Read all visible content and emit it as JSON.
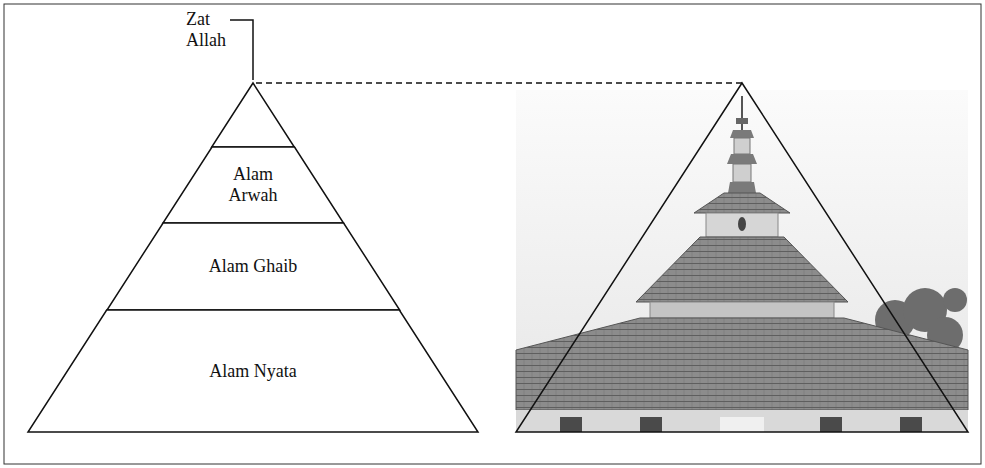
{
  "diagram": {
    "nodes": [
      {
        "text": [
          "Alam Arwah"
        ]
      },
      {
        "text": [
          "Alam Ghaib"
        ]
      },
      {
        "text": [
          "Alam Nyata"
        ]
      }
    ],
    "labels": [
      "Zat Allah"
    ]
  }
}
